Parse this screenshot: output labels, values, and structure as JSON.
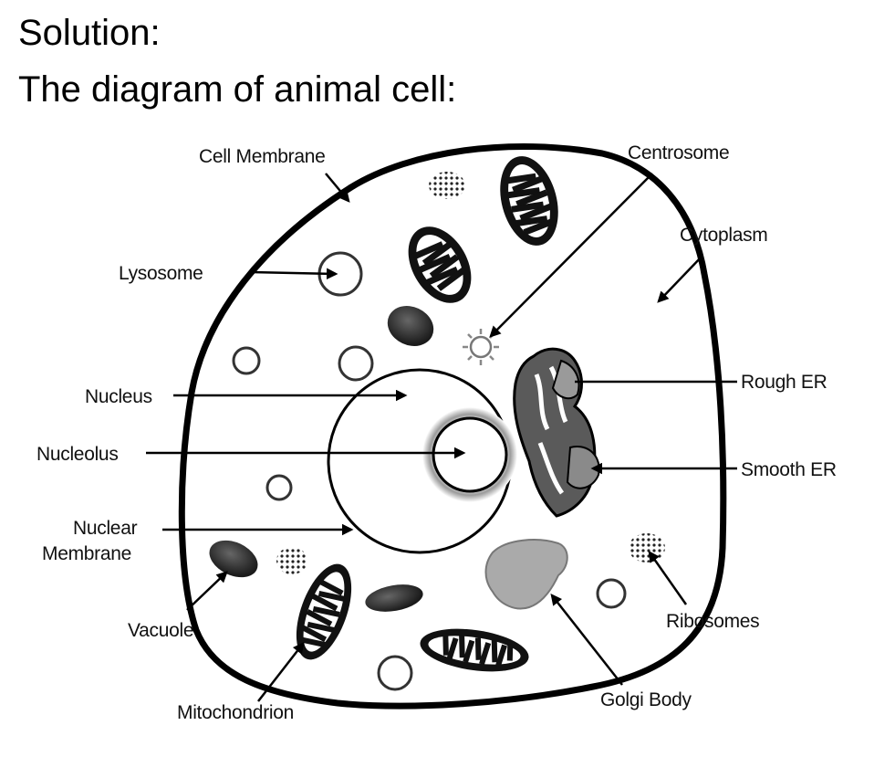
{
  "heading": {
    "line1": "Solution:",
    "line2": "The diagram of animal cell:"
  },
  "labels": {
    "cell_membrane": "Cell Membrane",
    "centrosome": "Centrosome",
    "cytoplasm": "Cytoplasm",
    "lysosome": "Lysosome",
    "nucleus": "Nucleus",
    "rough_er": "Rough ER",
    "nucleolus": "Nucleolus",
    "smooth_er": "Smooth ER",
    "nuclear_membrane_line1": "Nuclear",
    "nuclear_membrane_line2": "Membrane",
    "vacuole": "Vacuole",
    "ribosomes": "Ribosomes",
    "mitochondrion": "Mitochondrion",
    "golgi_body": "Golgi Body"
  }
}
